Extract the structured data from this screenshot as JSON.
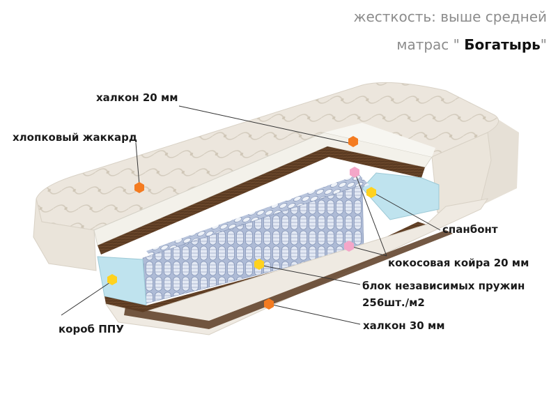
{
  "header": {
    "stiffness": "жесткость: выше средней",
    "model_prefix": "матрас \" ",
    "model_name": "Богатырь",
    "model_suffix": "\""
  },
  "labels": {
    "halkon_top": "халкон 20 мм",
    "jacquard": "хлопковый жаккард",
    "spunbond": "спанбонт",
    "coir": "кокосовая койра 20 мм",
    "springs_line1": "блок независимых пружин",
    "springs_line2": "256шт./м2",
    "halkon_bottom": "халкон 30 мм",
    "foam_box": "короб ППУ"
  },
  "colors": {
    "marker_orange": "#f47b20",
    "marker_yellow": "#ffd21f",
    "marker_pink": "#f4a6c8",
    "fabric": "#ece6dd",
    "coir": "#5a3a22",
    "foam_blue": "#bfe3ee",
    "spring": "#c9d2e4"
  }
}
